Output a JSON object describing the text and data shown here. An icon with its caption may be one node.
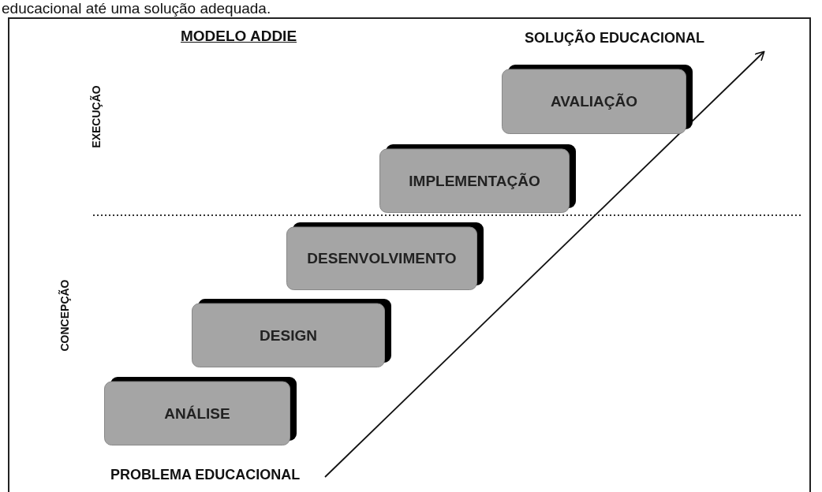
{
  "diagram": {
    "title": "MODELO ADDIE",
    "nodes": [
      {
        "text": [
          "SOLUÇÃO EDUCACIONAL"
        ]
      },
      {
        "text": [
          "AVALIAÇÃO"
        ]
      },
      {
        "text": [
          "IMPLEMENTAÇÃO"
        ]
      },
      {
        "text": [
          "DESENVOLVIMENTO"
        ]
      },
      {
        "text": [
          "DESIGN"
        ]
      },
      {
        "text": [
          "ANÁLISE"
        ]
      },
      {
        "text": [
          "PROBLEMA EDUCACIONAL"
        ]
      }
    ],
    "edges": [
      {
        "from": 6,
        "to": 0,
        "arrow": "to"
      }
    ],
    "labels": [
      "educacional até uma solução adequada.",
      "EXECUÇÃO",
      "CONCEPÇÃO"
    ]
  }
}
